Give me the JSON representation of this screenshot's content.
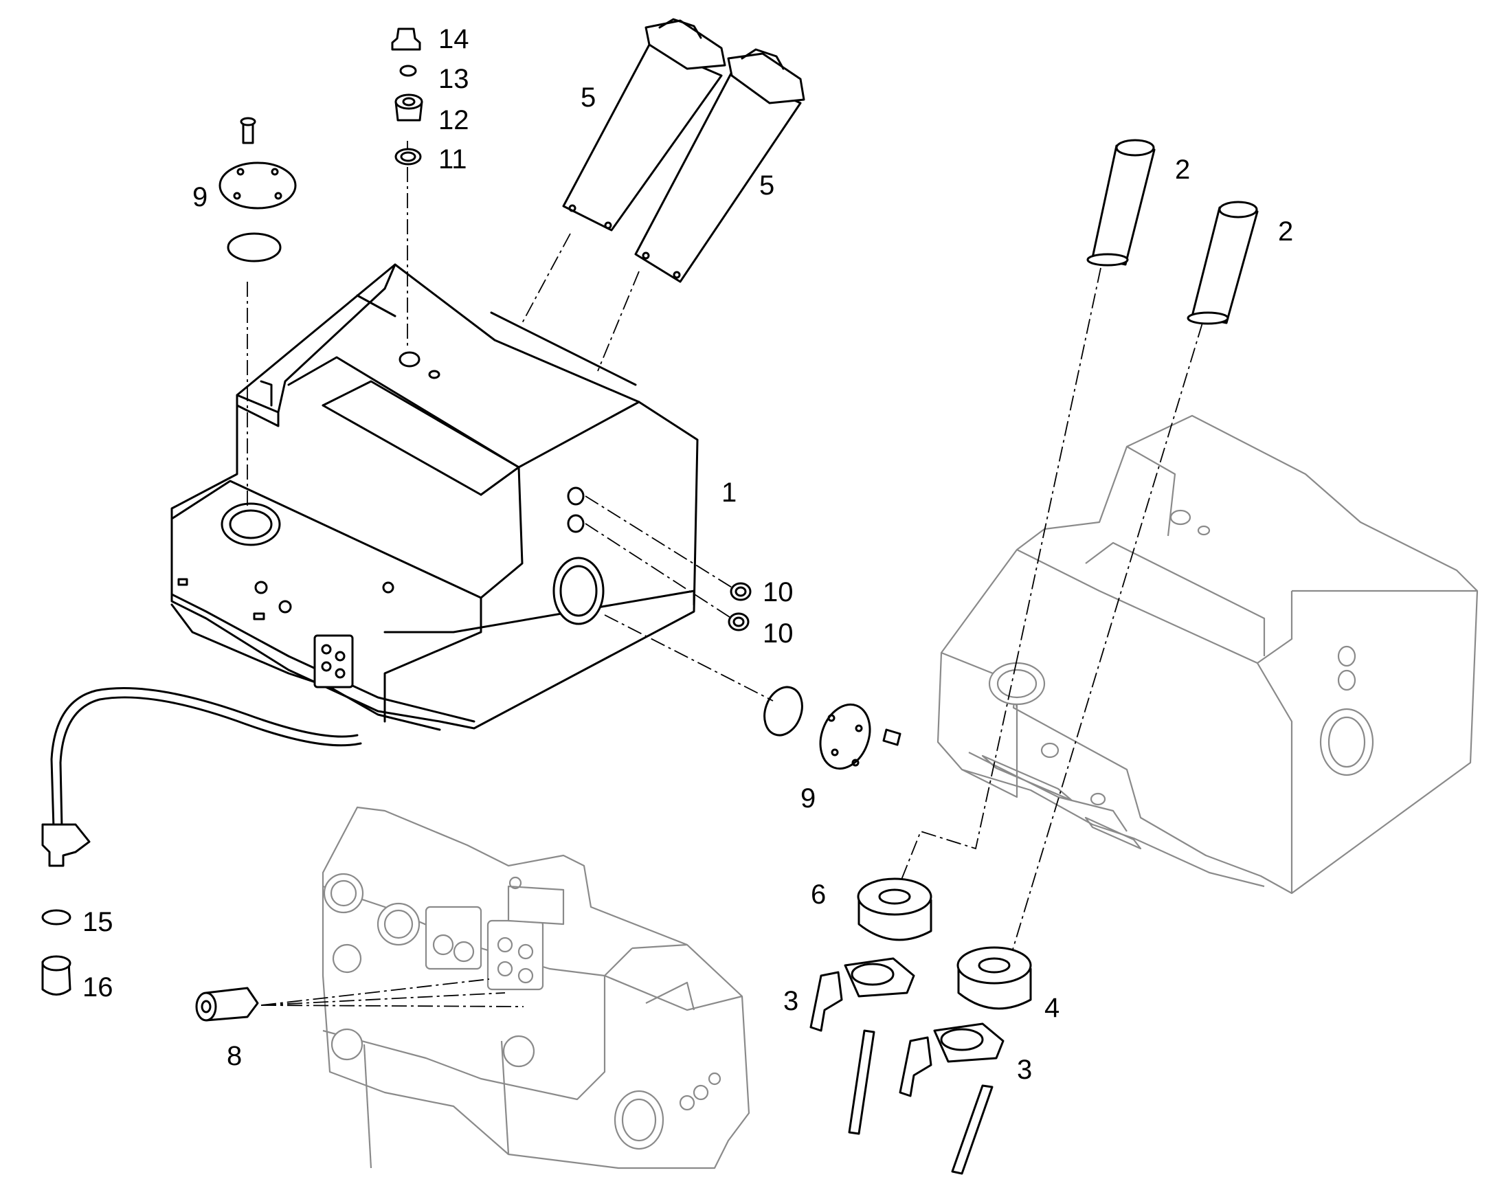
{
  "callouts": {
    "c1": "1",
    "c2a": "2",
    "c2b": "2",
    "c3a": "3",
    "c3b": "3",
    "c4": "4",
    "c5a": "5",
    "c5b": "5",
    "c6": "6",
    "c8": "8",
    "c9a": "9",
    "c9b": "9",
    "c10a": "10",
    "c10b": "10",
    "c11": "11",
    "c12": "12",
    "c13": "13",
    "c14": "14",
    "c15": "15",
    "c16": "16"
  }
}
